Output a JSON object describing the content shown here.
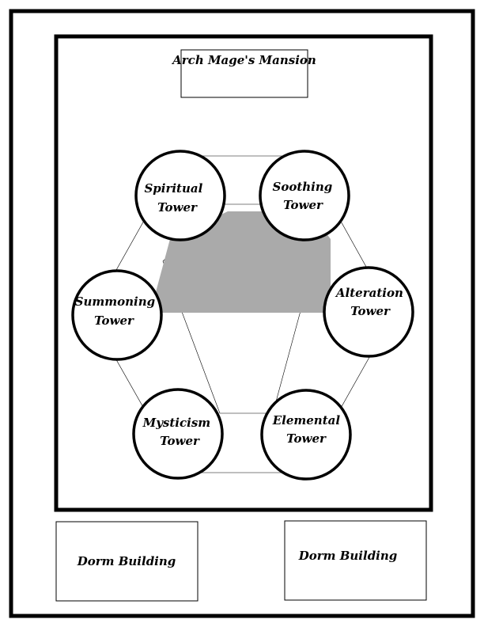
{
  "mansion": {
    "label": "Arch Mage's Mansion"
  },
  "courtyard": {
    "fill_color": "#aaaaaa"
  },
  "towers": [
    {
      "line1": "Spiritual",
      "line2": "Tower"
    },
    {
      "line1": "Soothing",
      "line2": "Tower"
    },
    {
      "line1": "Summoning",
      "line2": "Tower"
    },
    {
      "line1": "Alteration",
      "line2": "Tower"
    },
    {
      "line1": "Mysticism",
      "line2": "Tower"
    },
    {
      "line1": "Elemental",
      "line2": "Tower"
    }
  ],
  "dorms": [
    {
      "label": "Dorm Building"
    },
    {
      "label": "Dorm Building"
    }
  ]
}
